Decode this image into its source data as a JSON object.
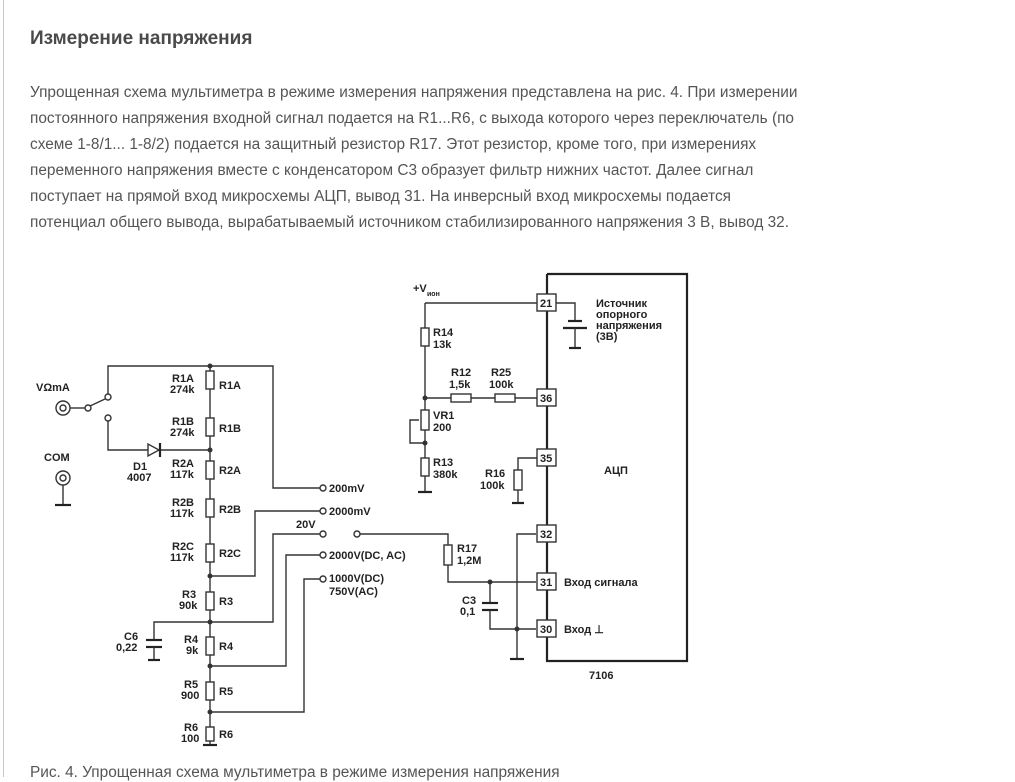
{
  "section": {
    "title": "Измерение напряжения",
    "paragraph_lines": [
      "Упрощенная схема мультиметра в режиме измерения напряжения представлена на рис. 4. При измерении",
      "постоянного напряжения входной сигнал подается на R1...R6, с выхода которого через переключатель (по",
      "схеме 1-8/1... 1-8/2) подается на защитный резистор R17. Этот резистор, кроме того, при измерениях",
      "переменного напряжения вместе с конденсатором С3 образует фильтр нижних частот. Далее сигнал",
      "поступает на прямой вход микросхемы АЦП, вывод 31. На инверсный вход микросхемы подается",
      "потенциал общего вывода, вырабатываемый источником стабилизированного напряжения 3 В, вывод 32."
    ]
  },
  "figure": {
    "caption": "Рис. 4. Упрощенная схема мультиметра в режиме измерения напряжения",
    "labels": {
      "vohm": "VΩmA",
      "com": "COM",
      "d1": "D1",
      "d1v": "4007",
      "r1a": "R1A",
      "r1av": "274k",
      "r1b": "R1B",
      "r1bv": "274k",
      "r2a": "R2A",
      "r2av": "117k",
      "r2b": "R2B",
      "r2bv": "117k",
      "r2c": "R2C",
      "r2cv": "117k",
      "r3": "R3",
      "r3v": "90k",
      "r4": "R4",
      "r4v": "9k",
      "r5": "R5",
      "r5v": "900",
      "r6": "R6",
      "r6v": "100",
      "c6": "C6",
      "c6v": "0,22",
      "s200mv": "200mV",
      "s2000mv": "2000mV",
      "s20v": "20V",
      "s2000v": "2000V(DC, AC)",
      "s1000v": "1000V(DC)",
      "s750v": "750V(AC)",
      "vref": "+V",
      "vref_sub": "ион",
      "r14": "R14",
      "r14v": "13k",
      "r12": "R12",
      "r12v": "1,5k",
      "r25": "R25",
      "r25v": "100k",
      "vr1": "VR1",
      "vr1v": "200",
      "r13": "R13",
      "r13v": "380k",
      "r16": "R16",
      "r16v": "100k",
      "r17": "R17",
      "r17v": "1,2M",
      "c3": "C3",
      "c3v": "0,1",
      "p21": "21",
      "p36": "36",
      "p35": "35",
      "p32": "32",
      "p31": "31",
      "p30": "30",
      "ref1": "Источник",
      "ref2": "опорного",
      "ref3": "напряжения",
      "ref4": "(3В)",
      "adc": "АЦП",
      "in_sig": "Вход сигнала",
      "in_gnd": "Вход ⊥",
      "chip": "7106"
    }
  }
}
